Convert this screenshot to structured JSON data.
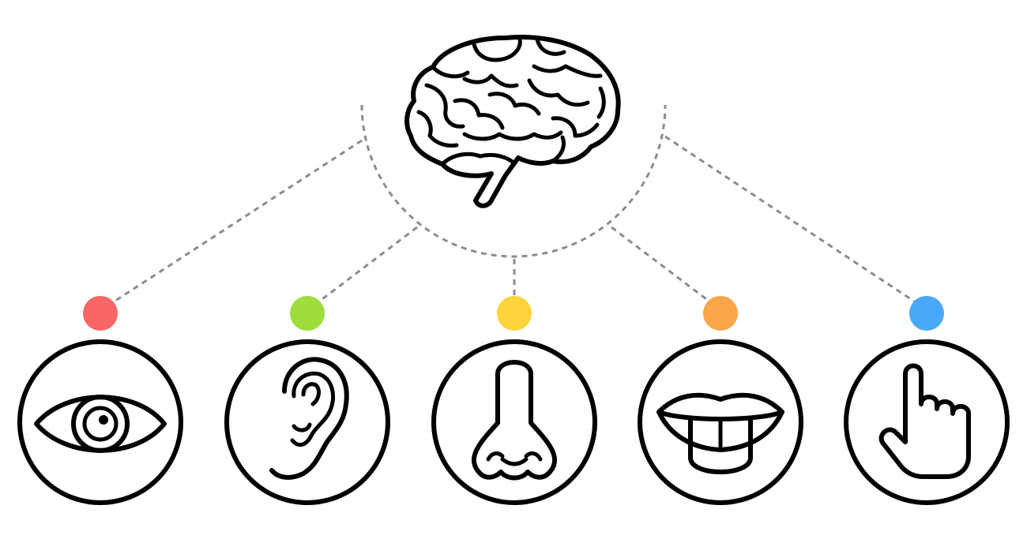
{
  "diagram": {
    "center": {
      "icon": "brain-icon"
    },
    "senses": [
      {
        "id": "sight",
        "icon": "eye-icon",
        "dot_color": "#f96666"
      },
      {
        "id": "hearing",
        "icon": "ear-icon",
        "dot_color": "#9ddd3c"
      },
      {
        "id": "smell",
        "icon": "nose-icon",
        "dot_color": "#fdd43a"
      },
      {
        "id": "taste",
        "icon": "tongue-icon",
        "dot_color": "#fca64a"
      },
      {
        "id": "touch",
        "icon": "pointing-hand-icon",
        "dot_color": "#4aa8f8"
      }
    ],
    "connector_color": "#8c8c8c"
  }
}
